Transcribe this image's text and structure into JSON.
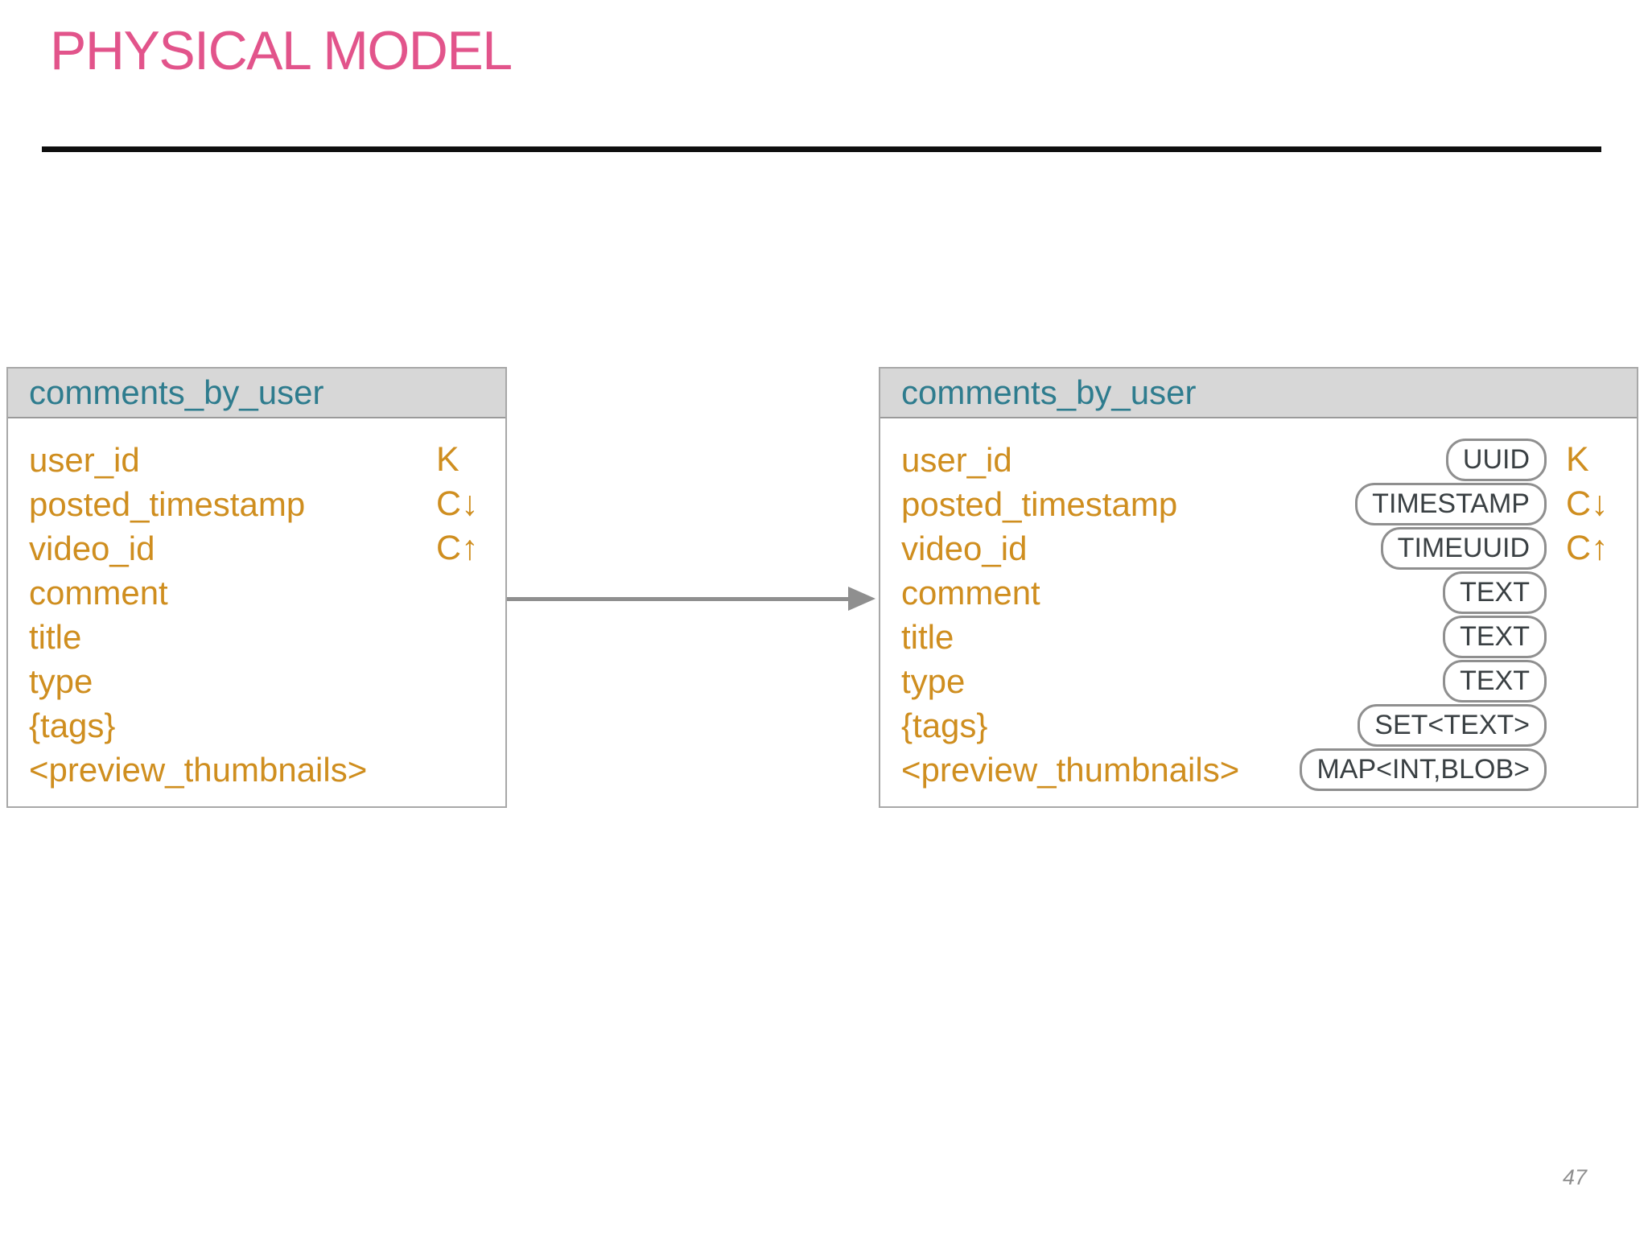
{
  "slide": {
    "title": "PHYSICAL MODEL",
    "page_number": "47"
  },
  "colors": {
    "title_pink": "#e2548b",
    "table_name_teal": "#2e7c8e",
    "field_orange": "#cf8e1f",
    "pill_text": "#3a4043",
    "pill_border": "#8f8f8f",
    "header_bg": "#d7d7d7",
    "header_rule": "#9a9a9a",
    "table_border": "#a8a8a8",
    "arrow_gray": "#8f8f8f"
  },
  "left_table": {
    "name": "comments_by_user",
    "rows": [
      {
        "field": "user_id",
        "key": "K"
      },
      {
        "field": "posted_timestamp",
        "key": "C↓"
      },
      {
        "field": "video_id",
        "key": "C↑"
      },
      {
        "field": "comment",
        "key": ""
      },
      {
        "field": "title",
        "key": ""
      },
      {
        "field": "type",
        "key": ""
      },
      {
        "field": "{tags}",
        "key": ""
      },
      {
        "field": "<preview_thumbnails>",
        "key": ""
      }
    ]
  },
  "right_table": {
    "name": "comments_by_user",
    "rows": [
      {
        "field": "user_id",
        "type": "UUID",
        "key": "K"
      },
      {
        "field": "posted_timestamp",
        "type": "TIMESTAMP",
        "key": "C↓"
      },
      {
        "field": "video_id",
        "type": "TIMEUUID",
        "key": "C↑"
      },
      {
        "field": "comment",
        "type": "TEXT",
        "key": ""
      },
      {
        "field": "title",
        "type": "TEXT",
        "key": ""
      },
      {
        "field": "type",
        "type": "TEXT",
        "key": ""
      },
      {
        "field": "{tags}",
        "type": "SET<TEXT>",
        "key": ""
      },
      {
        "field": "<preview_thumbnails>",
        "type": "MAP<INT,BLOB>",
        "key": ""
      }
    ]
  }
}
